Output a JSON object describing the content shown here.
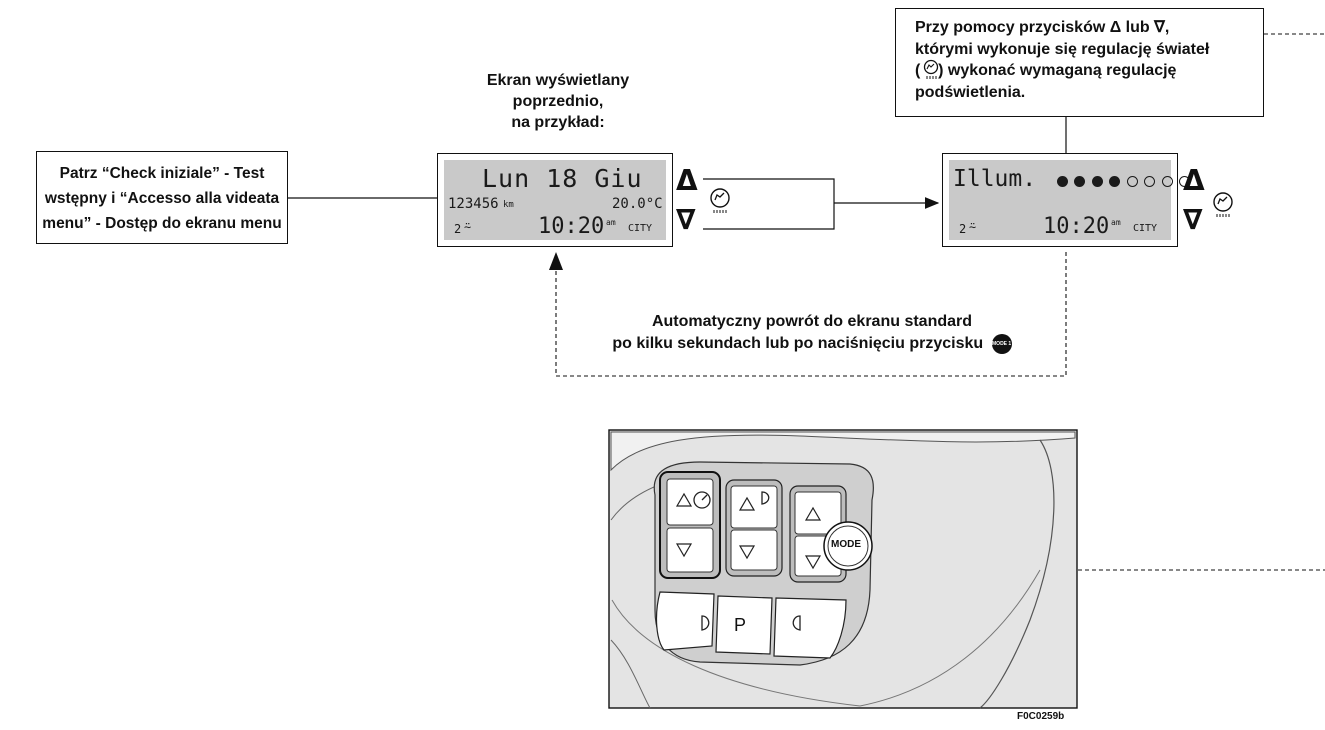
{
  "left_box": {
    "line1": "Patrz “Check iniziale” - Test",
    "line2": "wstępny i “Accesso alla videata",
    "line3": "menu” - Dostęp do ekranu menu"
  },
  "previous_screen_caption": {
    "line1": "Ekran wyświetlany",
    "line2": "poprzednio,",
    "line3": "na przykład:"
  },
  "lcd1": {
    "date": "Lun 18 Giu",
    "odometer": "123456",
    "odometer_unit": "km",
    "temperature": "20.0°C",
    "light_level": "2",
    "time": "10:20",
    "am": "am",
    "mode": "CITY"
  },
  "lcd2": {
    "illum_label": "Illum.",
    "filled_dots": 4,
    "empty_dots": 4,
    "light_level": "2",
    "time": "10:20",
    "am": "am",
    "mode": "CITY"
  },
  "buttons": {
    "up": "Δ",
    "down": "∇",
    "up_icon": "dashboard-light-icon"
  },
  "instruction_box": {
    "line1": "Przy pomocy przycisków Δ lub ∇,",
    "line2": "którymi wykonuje się regulację świateł",
    "line3": "(    ) wykonać wymaganą regulację",
    "line4": "podświetlenia."
  },
  "return_caption": {
    "line1": "Automatyczny powrót do ekranu standard",
    "line2": "po kilku sekundach lub po naciśnięciu przycisku",
    "mode_badge": "MODE 1"
  },
  "panel": {
    "mode_label": "MODE",
    "p_label": "P",
    "figure_code": "F0C0259b"
  },
  "colors": {
    "lcd_bg": "#c9c9c9",
    "panel_bg": "#dcdcdc",
    "line": "#111111"
  }
}
